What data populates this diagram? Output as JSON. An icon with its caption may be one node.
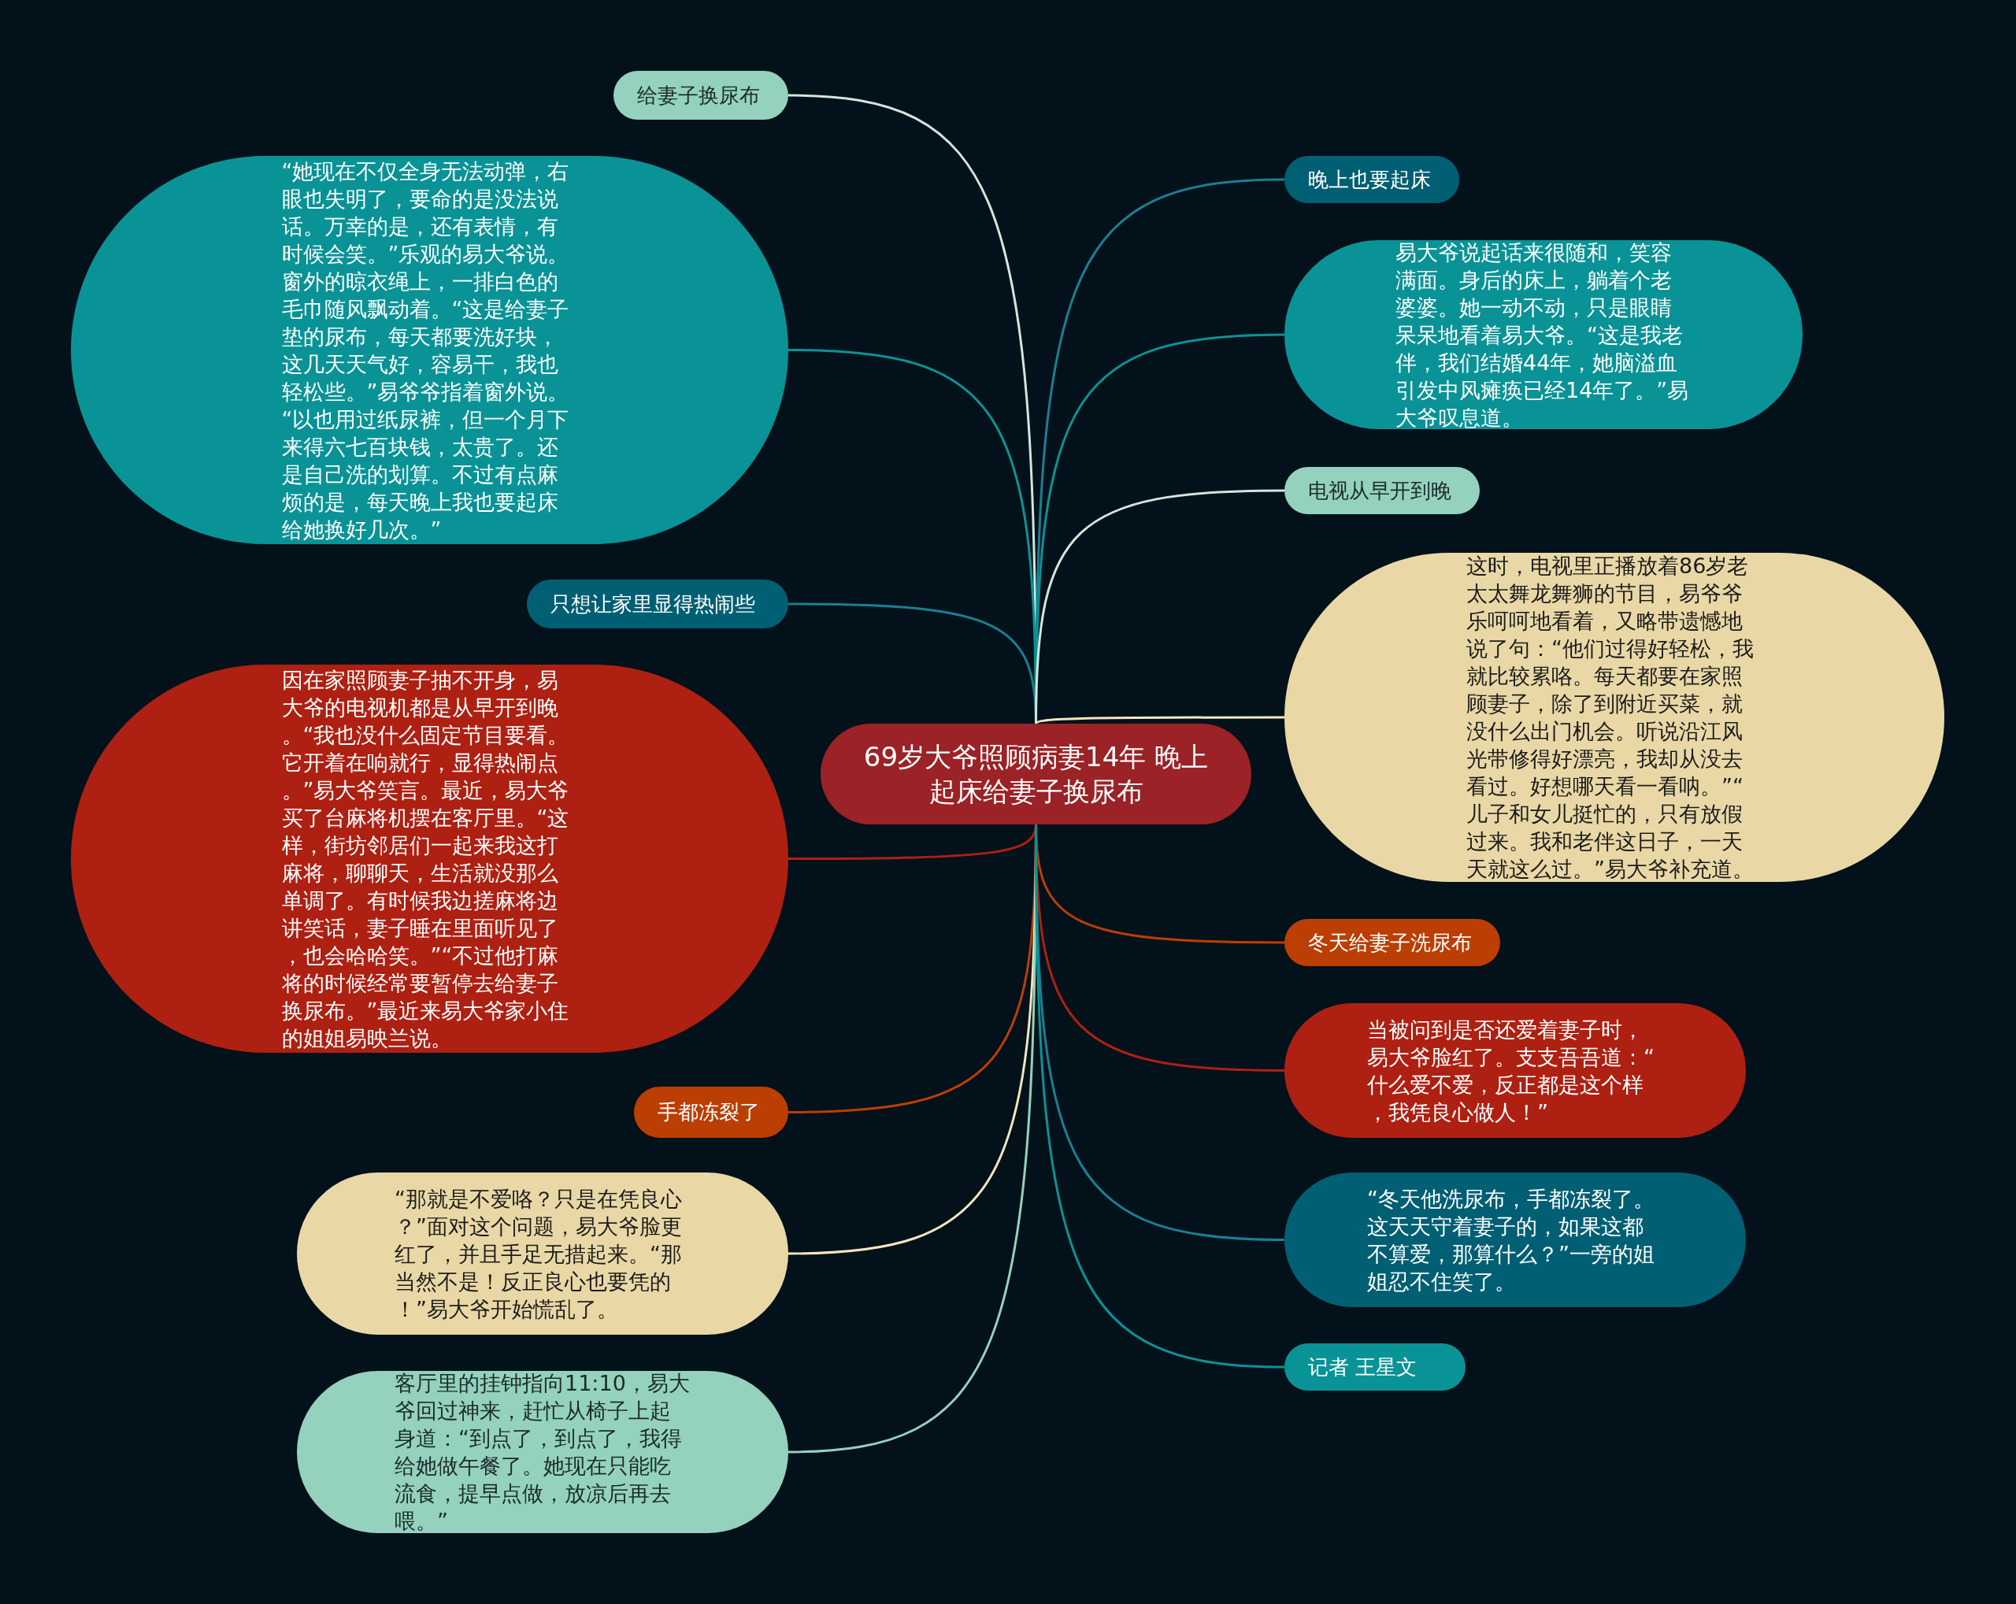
{
  "diagram": {
    "nodes": [
      {
        "text": [
          "69岁大爷照顾病妻14年 晚上起床给妻子换尿布"
        ]
      },
      {
        "text": [
          "给妻子换尿布"
        ]
      },
      {
        "text": [
          "“她现在不仅全身无法动弹，右眼也失明了，要命的是没法说话。万幸的是，还有表情，有时候会笑。”乐观的易大爷说。窗外的晾衣绳上，一排白色的毛巾随风飘动着。“这是给妻子垫的尿布，每天都要洗好块，这几天天气好，容易干，我也轻松些。”易爷爷指着窗外说。“以也用过纸尿裤，但一个月下来得六七百块钱，太贵了。还是自己洗的划算。不过有点麻烦的是，每天晚上我也要起床给她换好几次。”"
        ]
      },
      {
        "text": [
          "只想让家里显得热闹些"
        ]
      },
      {
        "text": [
          "因在家照顾妻子抽不开身，易大爷的电视机都是从早开到晚。“我也没什么固定节目要看。它开着在响就行，显得热闹点。”易大爷笑言。最近，易大爷买了台麻将机摆在客厅里。“这样，街坊邻居们一起来我这打麻将，聊聊天，生活就没那么单调了。有时候我边搓麻将边讲笑话，妻子睡在里面听见了，也会哈哈笑。”“不过他打麻将的时候经常要暂停去给妻子换尿布。”最近来易大爷家小住的姐姐易映兰说。"
        ]
      },
      {
        "text": [
          "手都冻裂了"
        ]
      },
      {
        "text": [
          "“那就是不爱咯？只是在凭良心？”面对这个问题，易大爷脸更红了，并且手足无措起来。“那当然不是！反正良心也要凭的！”易大爷开始慌乱了。"
        ]
      },
      {
        "text": [
          "客厅里的挂钟指向11:10，易大爷回过神来，赶忙从椅子上起身道：“到点了，到点了，我得给她做午餐了。她现在只能吃流食，提早点做，放凉后再去喂。”"
        ]
      },
      {
        "text": [
          "晚上也要起床"
        ]
      },
      {
        "text": [
          "易大爷说起话来很随和，笑容满面。身后的床上，躺着个老婆婆。她一动不动，只是眼睛呆呆地看着易大爷。“这是我老伴，我们结婚44年，她脑溢血引发中风瘫痪已经14年了。”易大爷叹息道。"
        ]
      },
      {
        "text": [
          "电视从早开到晚"
        ]
      },
      {
        "text": [
          "这时，电视里正播放着86岁老太太舞龙舞狮的节目，易爷爷乐呵呵地看着，又略带遗憾地说了句：“他们过得好轻松，我就比较累咯。每天都要在家照顾妻子，除了到附近买菜，就没什么出门机会。听说沿江风光带修得好漂亮，我却从没去看过。好想哪天看一看呐。”“儿子和女儿挺忙的，只有放假过来。我和老伴这日子，一天天就这么过。”易大爷补充道。"
        ]
      },
      {
        "text": [
          "冬天给妻子洗尿布"
        ]
      },
      {
        "text": [
          "当被问到是否还爱着妻子时，易大爷脸红了。支支吾吾道：“什么爱不爱，反正都是这个样，我凭良心做人！”"
        ]
      },
      {
        "text": [
          "“冬天他洗尿布，手都冻裂了。这天天守着妻子的，如果这都不算爱，那算什么？”一旁的姐姐忍不住笑了。"
        ]
      },
      {
        "text": [
          "记者 王星文"
        ]
      }
    ],
    "edges": [
      {
        "from": 0,
        "to": 1,
        "arrow": "none",
        "color": "#cfe8dc"
      },
      {
        "from": 0,
        "to": 2,
        "arrow": "none",
        "color": "#0a9396"
      },
      {
        "from": 0,
        "to": 3,
        "arrow": "none",
        "color": "#1a7f93"
      },
      {
        "from": 0,
        "to": 4,
        "arrow": "none",
        "color": "#ae2012"
      },
      {
        "from": 0,
        "to": 5,
        "arrow": "none",
        "color": "#bb3e03"
      },
      {
        "from": 0,
        "to": 6,
        "arrow": "none",
        "color": "#f2e6c0"
      },
      {
        "from": 0,
        "to": 7,
        "arrow": "none",
        "color": "#94d2bd"
      },
      {
        "from": 0,
        "to": 8,
        "arrow": "none",
        "color": "#1a7f93"
      },
      {
        "from": 0,
        "to": 9,
        "arrow": "none",
        "color": "#0a9396"
      },
      {
        "from": 0,
        "to": 10,
        "arrow": "none",
        "color": "#cfe8dc"
      },
      {
        "from": 0,
        "to": 11,
        "arrow": "none",
        "color": "#f2e6c0"
      },
      {
        "from": 0,
        "to": 12,
        "arrow": "none",
        "color": "#bb3e03"
      },
      {
        "from": 0,
        "to": 13,
        "arrow": "none",
        "color": "#ae2012"
      },
      {
        "from": 0,
        "to": 14,
        "arrow": "none",
        "color": "#1a7f93"
      },
      {
        "from": 0,
        "to": 15,
        "arrow": "none",
        "color": "#0a9396"
      }
    ]
  }
}
